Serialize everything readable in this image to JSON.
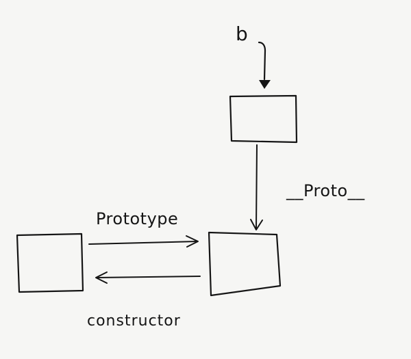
{
  "diagram": {
    "labels": {
      "variable": "b",
      "proto_link": "__Proto__",
      "prototype_link": "Prototype",
      "constructor_link": "constructor"
    },
    "nodes": [
      {
        "id": "instance-object"
      },
      {
        "id": "constructor-function"
      },
      {
        "id": "prototype-object"
      }
    ],
    "edges": [
      {
        "from": "variable-b",
        "to": "instance-object"
      },
      {
        "from": "instance-object",
        "to": "prototype-object",
        "label": "__Proto__"
      },
      {
        "from": "constructor-function",
        "to": "prototype-object",
        "label": "Prototype"
      },
      {
        "from": "prototype-object",
        "to": "constructor-function",
        "label": "constructor"
      }
    ],
    "ink_color": "#151515",
    "paper_color": "#f6f6f4"
  }
}
